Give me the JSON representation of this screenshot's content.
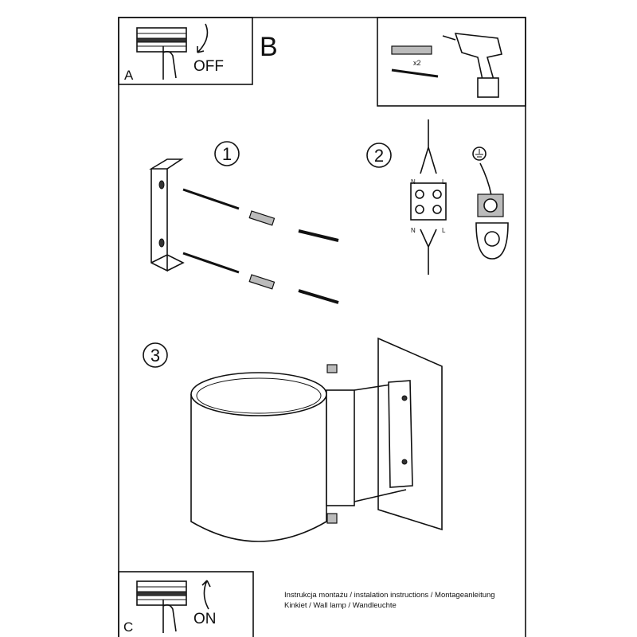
{
  "panel_a": {
    "letter": "A",
    "switch_label": "OFF"
  },
  "panel_b": {
    "letter": "B",
    "quantity": "x2"
  },
  "panel_c": {
    "letter": "C",
    "switch_label": "ON"
  },
  "steps": {
    "step1": "1",
    "step2": "2",
    "step3": "3"
  },
  "wiring": {
    "n_top": "N",
    "l_top": "L",
    "n_bottom": "N",
    "l_bottom": "L"
  },
  "footer": {
    "line1": "Instrukcja montażu / instalation instructions / Montageanleitung",
    "line2": "Kinkiet / Wall lamp / Wandleuchte"
  }
}
